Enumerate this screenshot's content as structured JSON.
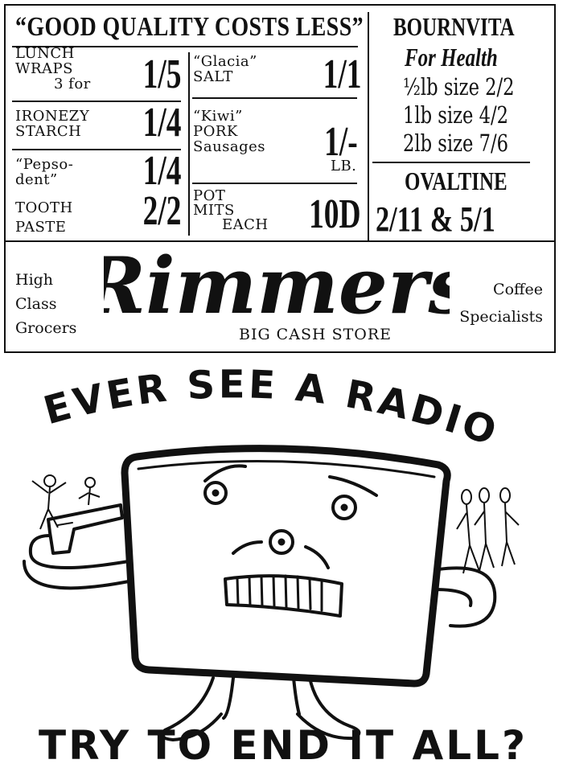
{
  "ad": {
    "slogan": "“GOOD QUALITY COSTS LESS”",
    "items": {
      "lunch_wraps": {
        "name_line1": "LUNCH",
        "name_line2": "WRAPS",
        "qty": "3 for",
        "price": "1/5"
      },
      "ironezy": {
        "name_line1": "IRONEZY",
        "name_line2": "STARCH",
        "price": "1/4"
      },
      "pepsodent": {
        "name_line1": "“Pepso-",
        "name_line2": "dent”",
        "price": "1/4"
      },
      "tooth_paste": {
        "name_line1": "TOOTH",
        "name_line2": "PASTE",
        "price": "2/2"
      },
      "glacia": {
        "name_line1": "“Glacia”",
        "name_line2": "SALT",
        "price": "1/1"
      },
      "kiwi": {
        "name_line1": "“Kiwi”",
        "name_line2": "PORK",
        "name_line3": "Sausages",
        "price": "1/-",
        "unit": "LB."
      },
      "pot_mits": {
        "name_line1": "POT",
        "name_line2": "MITS",
        "unit": "EACH",
        "price": "10D"
      }
    },
    "bournvita": {
      "title": "BOURNVITA",
      "tagline": "For Health",
      "sizes": [
        "½lb size 2/2",
        "1lb size 4/2",
        "2lb size 7/6"
      ]
    },
    "ovaltine": {
      "title": "OVALTINE",
      "prices": "2/11 & 5/1"
    },
    "store": {
      "logo": "Rimmers",
      "subtitle": "BIG CASH STORE",
      "left_lines": [
        "High",
        "Class",
        "Grocers"
      ],
      "right_lines": [
        "Coffee",
        "Specialists"
      ]
    }
  },
  "cartoon": {
    "headline": "EVER SEE A RADIO",
    "footer": "TRY TO END IT ALL?"
  }
}
